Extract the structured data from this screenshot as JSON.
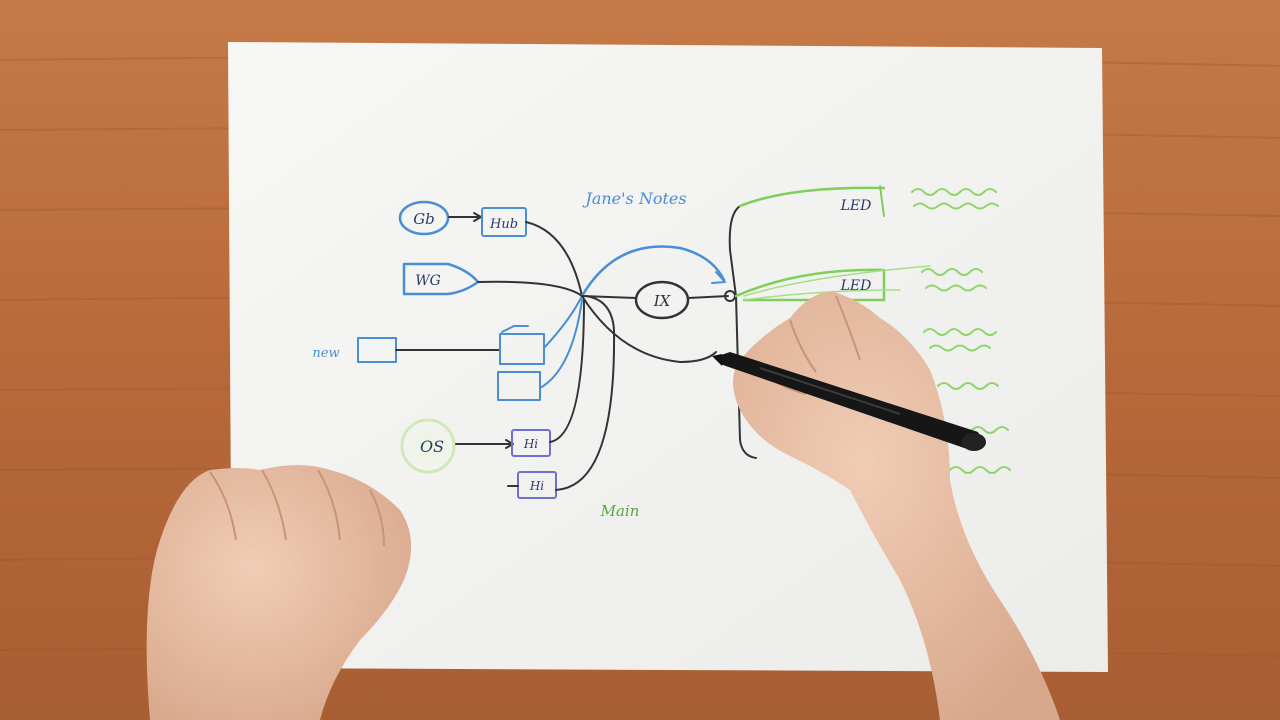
{
  "colors": {
    "desk": "#b86a3c",
    "desk_light": "#d08450",
    "paper": "#f4f4f1",
    "ink_blue": "#4a8ed6",
    "ink_dark": "#3a3a3a",
    "ink_green": "#7fcf5a",
    "ink_purple": "#6f6fd0",
    "skin": "#e6bfa6",
    "pen": "#161616"
  },
  "sketch": {
    "title": "Jane's Notes",
    "center_node": "IX",
    "left_nodes": [
      "Gb",
      "WG",
      "OS"
    ],
    "left_side_label": "new",
    "boxes": [
      "Hub",
      "Hi",
      "Hi"
    ],
    "right_nodes": [
      "LED",
      "LED"
    ],
    "bottom_label": "Main"
  }
}
